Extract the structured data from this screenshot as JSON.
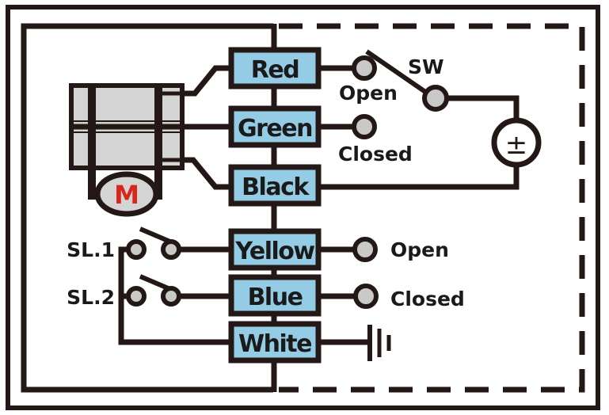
{
  "diagram": {
    "title": "Motorized ball valve wiring diagram",
    "wire_terminals": [
      {
        "id": "red",
        "label": "Red"
      },
      {
        "id": "green",
        "label": "Green"
      },
      {
        "id": "black",
        "label": "Black"
      },
      {
        "id": "yellow",
        "label": "Yellow"
      },
      {
        "id": "blue",
        "label": "Blue"
      },
      {
        "id": "white",
        "label": "White"
      }
    ],
    "motor": {
      "label": "M",
      "label_color": "#d9261c"
    },
    "switch": {
      "label": "SW",
      "open_label": "Open",
      "closed_label": "Closed"
    },
    "power_source": {
      "symbol": "±"
    },
    "signal_lamps": [
      {
        "label": "SL.1"
      },
      {
        "label": "SL.2"
      }
    ],
    "signal_outputs": {
      "open_label": "Open",
      "closed_label": "Closed"
    },
    "ground": {
      "symbol": "ground-icon"
    },
    "colors": {
      "terminal_box_fill": "#94cce6",
      "line": "#231815",
      "contact_fill": "#c9c9c9",
      "motor_fill": "#d4d4d4"
    }
  }
}
